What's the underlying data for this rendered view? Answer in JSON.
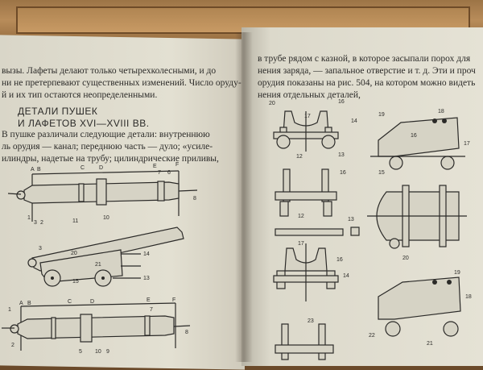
{
  "left_page": {
    "lines": [
      "вызы. Лафеты делают только четырехколесными, и до",
      "ни не претерпевают существенных изменений. Число оруду-",
      "й и их тип остаются неопределенными."
    ],
    "heading": [
      "ДЕТАЛИ ПУШЕК",
      "И ЛАФЕТОВ XVI—XVIII ВВ."
    ],
    "body": [
      "В пушке различали следующие детали: внутреннюю",
      "ль орудия — канал; переднюю часть — дуло; «усиле-",
      "илиндры, надетые на трубу; цилиндрические приливы,"
    ],
    "labels_top": [
      "A",
      "B",
      "C",
      "D",
      "E",
      "F"
    ],
    "labels_mid": [
      "1",
      "2",
      "3",
      "11",
      "10",
      "7",
      "6",
      "8"
    ],
    "labels_carriage": [
      "20",
      "21",
      "14",
      "15",
      "13",
      "3"
    ],
    "labels_bottom": [
      "A",
      "B",
      "C",
      "D",
      "E",
      "F",
      "7",
      "8",
      "1",
      "2",
      "5",
      "10",
      "9"
    ]
  },
  "right_page": {
    "lines": [
      "в трубе рядом с казной, в которое засыпали порох для",
      "нения заряда, — запальное отверстие и т. д. Эти и проч",
      "орудия показаны на рис. 504, на котором можно видеть",
      "нения отдельных деталей,"
    ],
    "labels": [
      "20",
      "16",
      "17",
      "14",
      "12",
      "13",
      "19",
      "18",
      "17",
      "16",
      "15",
      "16",
      "12",
      "13",
      "20",
      "16",
      "17",
      "14",
      "19",
      "23",
      "22",
      "18",
      "21"
    ]
  }
}
